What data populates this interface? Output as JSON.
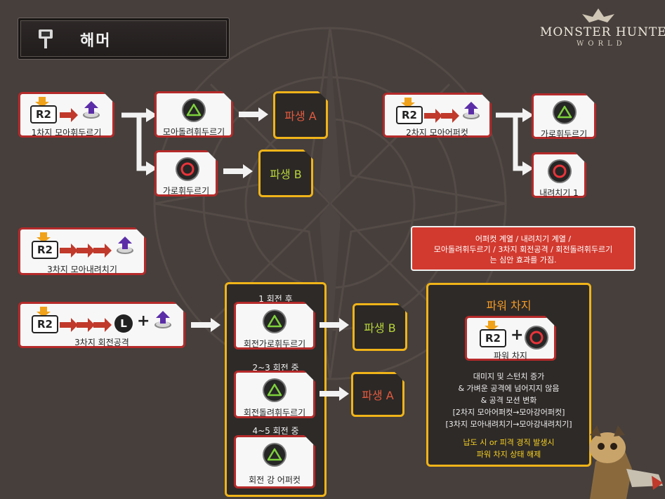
{
  "title": "해머",
  "logo": {
    "main": "MONSTER HUNTER",
    "sub": "WORLD"
  },
  "colors": {
    "card_border": "#b52a2a",
    "result_border": "#f0b419",
    "panel_bg": "#2e2a28",
    "derive_a": "#e35a3f",
    "derive_b": "#b8d43a",
    "note_bg": "#d23a2f",
    "power_title": "#f39a25",
    "warn": "#f5d020"
  },
  "button_r2": "R2",
  "button_l": "L",
  "plus": "+",
  "combo1": {
    "label": "1차지 모아휘두르기",
    "next_triangle": "모아돌려휘두르기",
    "next_circle": "가로휘두르기",
    "result_triangle": "파생 A",
    "result_circle": "파생 B"
  },
  "combo2": {
    "label": "2차지 모아어퍼컷",
    "next_triangle": "가로휘두르기",
    "next_circle": "내려치기 1"
  },
  "combo3": {
    "label": "3차지 모아내려치기"
  },
  "spin": {
    "label": "3차지 회전공격",
    "stage1": {
      "header": "1 회전 후",
      "move": "회전가로휘두르기",
      "result": "파생 B"
    },
    "stage2": {
      "header": "2~3 회전 중",
      "move": "회전돌려휘두르기",
      "result": "파생 A"
    },
    "stage3": {
      "header": "4~5 회전 중",
      "move": "회전 강 어퍼컷"
    }
  },
  "note": {
    "line1": "어퍼컷 계열 / 내려치기 계열 /",
    "line2": "모아돌려휘두르기 / 3차지 회전공격 / 회전돌려휘두르기",
    "line3": "는 심안 효과를 가짐."
  },
  "power": {
    "title": "파워 차지",
    "label": "파워 차지",
    "desc1": "대미지 및 스턴치 증가",
    "desc2": "& 가벼운 공격에 넘어지지 않음",
    "desc3": "& 공격 모션 변화",
    "desc4": "[2차지 모아어퍼컷→모아강어퍼컷]",
    "desc5": "[3차지 모아내려치기→모아강내려치기]",
    "warn1": "납도 시 or 피격 경직 발생시",
    "warn2": "파워 차지 상태 해제"
  }
}
